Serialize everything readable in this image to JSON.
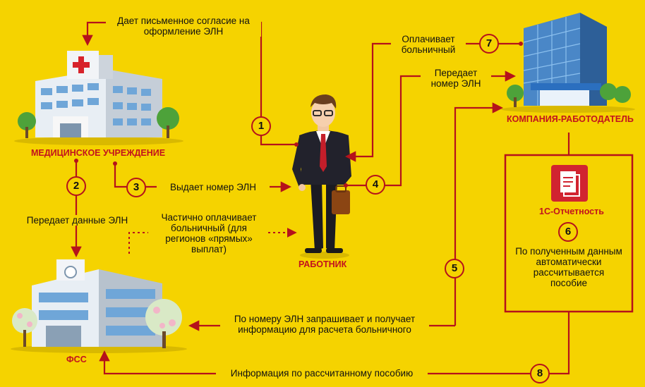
{
  "entities": {
    "medical": "МЕДИЦИНСКОЕ УЧРЕЖДЕНИЕ",
    "fss": "ФСС",
    "worker": "РАБОТНИК",
    "company": "КОМПАНИЯ-РАБОТОДАТЕЛЬ",
    "software": "1С-Отчетность"
  },
  "steps": [
    {
      "num": "1",
      "text": "Дает письменное согласие на оформление ЭЛН"
    },
    {
      "num": "2",
      "text": "Передает данные ЭЛН"
    },
    {
      "num": "3",
      "text": "Выдает номер ЭЛН"
    },
    {
      "num": "4",
      "text": "Передает номер ЭЛН"
    },
    {
      "num": "5",
      "text": "По номеру ЭЛН запрашивает и получает информацию для расчета больничного"
    },
    {
      "num": "6",
      "text": "По полученным данным автоматически рассчитывается пособие"
    },
    {
      "num": "7",
      "text": "Оплачивает больничный"
    },
    {
      "num": "8",
      "text": "Информация по рассчитанному пособию"
    }
  ],
  "partial_payment": "Частично оплачивает больничный (для регионов «прямых» выплат)",
  "colors": {
    "background": "#f5d300",
    "accent": "#b5121b",
    "label_red": "#c2121e"
  }
}
